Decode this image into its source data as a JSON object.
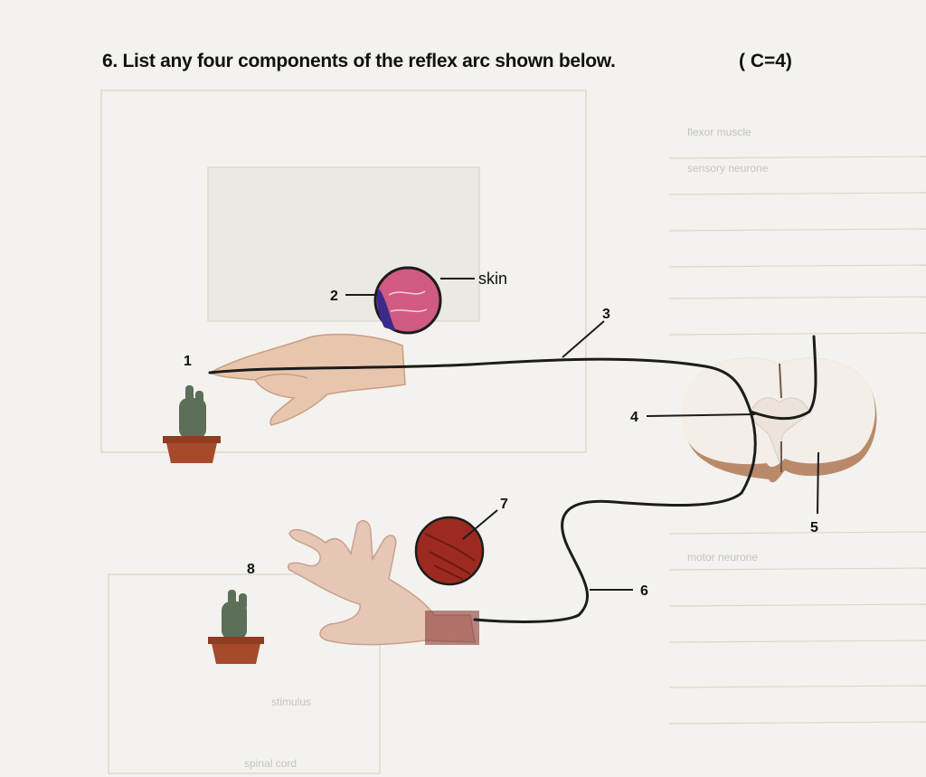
{
  "question": {
    "text": "6. List any four components of the reflex arc shown below.",
    "marks": "( C=4)"
  },
  "figure": {
    "labels": [
      "1",
      "2",
      "3",
      "4",
      "5",
      "6",
      "7",
      "8"
    ],
    "skin_label": "skin",
    "ghost_text": [
      "stimulus",
      "spinal cord",
      "flexor muscle",
      "sensory neurone",
      "motor neurone"
    ]
  },
  "colors": {
    "paper": "#f3f2ee",
    "skin_circle": "#d15a82",
    "muscle_circle": "#9d2a20",
    "hand": "#e9c9b0",
    "cactus": "#5c6f58",
    "pot": "#a64a2c",
    "nerve": "#222222"
  }
}
